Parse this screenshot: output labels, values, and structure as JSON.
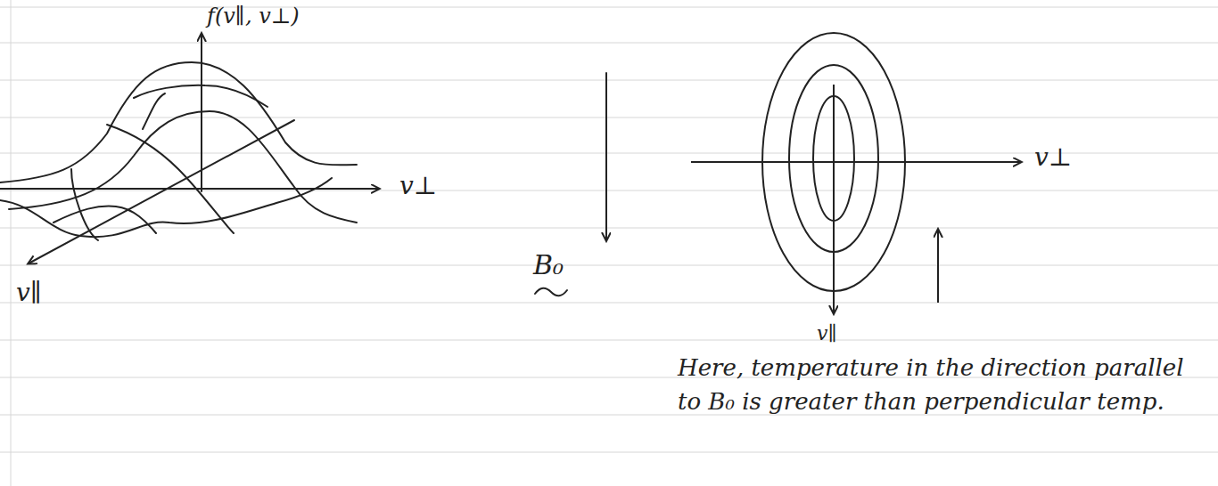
{
  "diagram": {
    "labels": [
      "f(v∥, v⊥)",
      "v⊥",
      "v∥",
      "B₀",
      "v⊥",
      "v∥",
      "Here, temperature in the direction parallel to B₀ is greater than perpendicular temp."
    ]
  }
}
